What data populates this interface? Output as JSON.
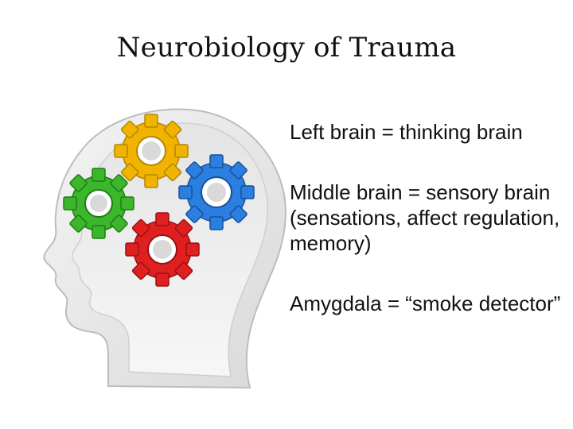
{
  "slide": {
    "title": "Neurobiology of Trauma",
    "bullets": [
      "Left brain = thinking brain",
      "Middle brain = sensory brain (sensations, affect regulation, memory)",
      "Amygdala = “smoke detector”"
    ]
  },
  "illustration": {
    "name": "head-with-gears-icon",
    "gear_colors": {
      "yellow": "#f0b400",
      "blue": "#2a7fe0",
      "green": "#3cb62a",
      "red": "#e02020"
    },
    "outline_color": "#cfcfcf"
  }
}
